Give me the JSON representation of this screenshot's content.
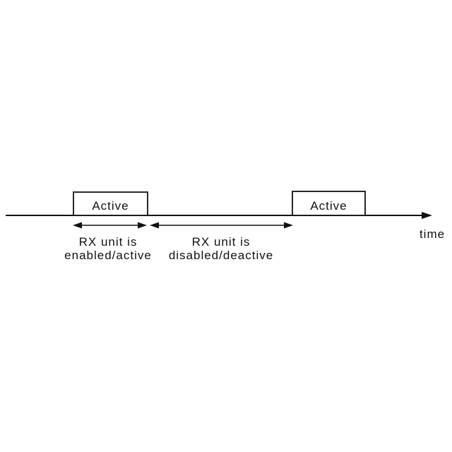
{
  "diagram": {
    "background_color": "#ffffff",
    "ink_color": "#111111",
    "time_axis": {
      "label": "time"
    },
    "pulses": [
      {
        "label": "Active"
      },
      {
        "label": "Active"
      }
    ],
    "intervals": [
      {
        "line1": "RX unit is",
        "line2": "enabled/active"
      },
      {
        "line1": "RX unit is",
        "line2": "disabled/deactive"
      }
    ]
  }
}
